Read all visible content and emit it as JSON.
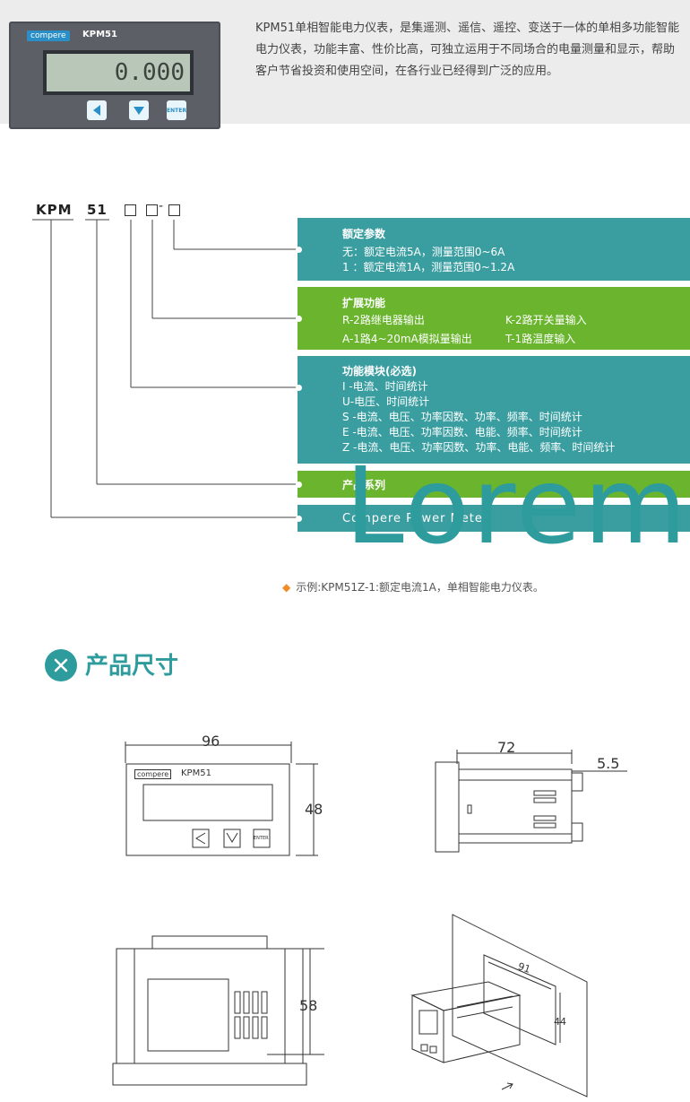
{
  "device": {
    "logo": "compere",
    "model": "KPM51",
    "display": "0.000",
    "buttons": [
      "left-arrow",
      "down-arrow",
      "ENTER"
    ]
  },
  "intro": "KPM51单相智能电力仪表，是集遥测、遥信、遥控、变送于一体的单相多功能智能电力仪表，功能丰富、性价比高，可独立运用于不同场合的电量测量和显示，帮助客户节省投资和使用空间，在各行业已经得到广泛的应用。",
  "model_code": {
    "prefix": "KPM",
    "series": "51",
    "separator": "-"
  },
  "bands": {
    "rated": {
      "title": "额定参数",
      "lines": [
        "无：额定电流5A，测量范围0~6A",
        "1 ：额定电流1A，测量范围0~1.2A"
      ]
    },
    "extension": {
      "title": "扩展功能",
      "items": [
        "R-2路继电器输出",
        "K-2路开关量输入",
        "A-1路4~20mA模拟量输出",
        "T-1路温度输入"
      ]
    },
    "module": {
      "title": "功能模块(必选)",
      "lines": [
        "I -电流、时间统计",
        "U-电压、时间统计",
        "S -电流、电压、功率因数、功率、频率、时间统计",
        "E -电流、电压、功率因数、电能、频率、时间统计",
        "Z -电流、电压、功率因数、功率、电能、频率、时间统计"
      ]
    },
    "series": {
      "title": "产品系列"
    },
    "brand": {
      "title": "Compere Power Meter"
    }
  },
  "overlay_text": "Lorem",
  "example": "示例:KPM51Z-1:额定电流1A，单相智能电力仪表。",
  "section": {
    "title": "产品尺寸"
  },
  "dimensions": {
    "front_width": "96",
    "front_height": "48",
    "front_logo": "compere",
    "front_model": "KPM51",
    "front_enter": "ENTER",
    "side_depth": "72",
    "side_thickness": "5.5",
    "back_height": "58",
    "cutout_width": "91",
    "cutout_height": "44"
  },
  "colors": {
    "teal": "#3a9ea1",
    "green": "#6ab52d",
    "accent": "#f08c25"
  }
}
